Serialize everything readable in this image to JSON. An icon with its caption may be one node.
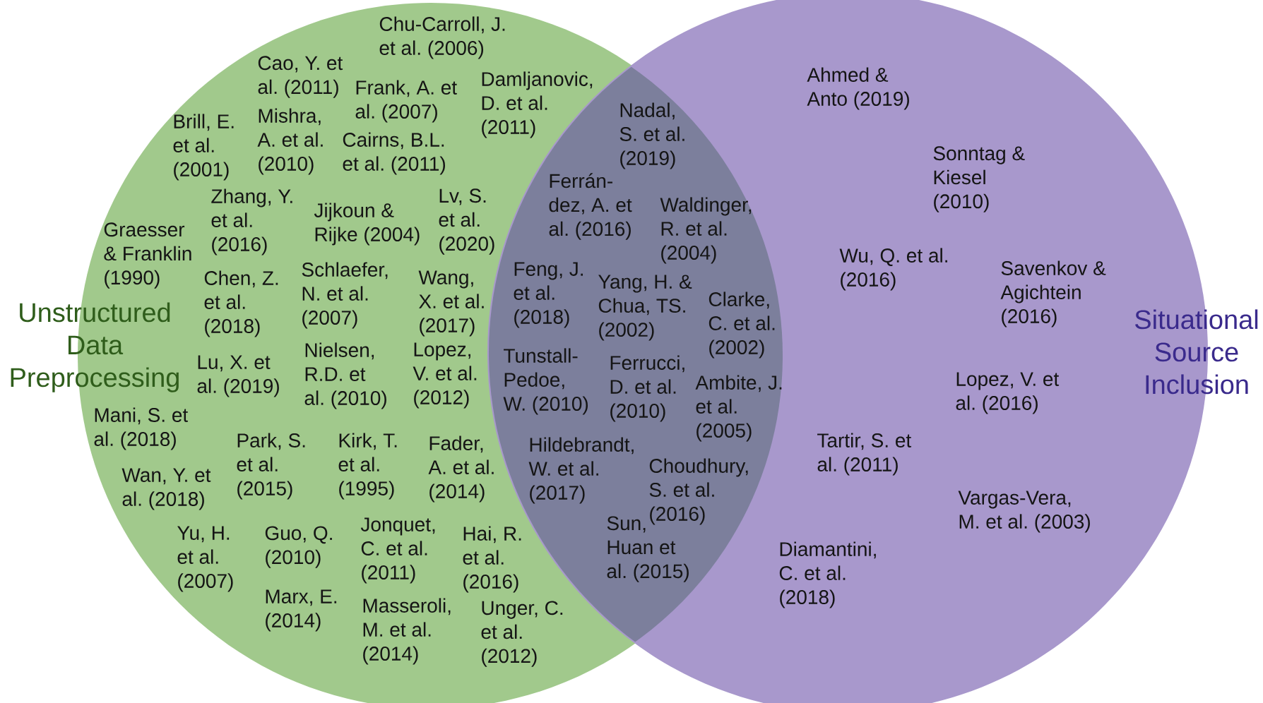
{
  "diagram": {
    "nodes": [
      {
        "text": [
          "Unstructured Data Preprocessing"
        ]
      },
      {
        "text": [
          "Situational Source Inclusion"
        ]
      }
    ],
    "labels": [
      "Chu-Carroll, J. et al. (2006)",
      "Cao, Y. et al. (2011)",
      "Frank, A. et al. (2007)",
      "Damljanovic, D. et al. (2011)",
      "Brill, E. et al. (2001)",
      "Mishra, A. et al. (2010)",
      "Cairns, B.L. et al. (2011)",
      "Zhang, Y. et al. (2016)",
      "Jijkoun & Rijke (2004)",
      "Lv, S. et al. (2020)",
      "Graesser & Franklin (1990)",
      "Chen, Z. et al. (2018)",
      "Schlaefer, N. et al. (2007)",
      "Wang, X. et al. (2017)",
      "Lu, X. et al. (2019)",
      "Nielsen, R.D. et al. (2010)",
      "Lopez, V. et al. (2012)",
      "Mani, S. et al. (2018)",
      "Park, S. et al. (2015)",
      "Kirk, T. et al. (1995)",
      "Fader, A. et al. (2014)",
      "Wan, Y. et al. (2018)",
      "Yu, H. et al. (2007)",
      "Guo, Q. (2010)",
      "Jonquet, C. et al. (2011)",
      "Hai, R. et al. (2016)",
      "Marx, E. (2014)",
      "Masseroli, M. et al. (2014)",
      "Unger, C. et al. (2012)",
      "Nadal, S. et al. (2019)",
      "Ferrán-dez, A. et al. (2016)",
      "Waldinger, R. et al. (2004)",
      "Feng, J. et al. (2018)",
      "Yang, H. & Chua, TS. (2002)",
      "Clarke, C. et al. (2002)",
      "Tunstall-Pedoe, W. (2010)",
      "Ferrucci, D. et al. (2010)",
      "Ambite, J. et al. (2005)",
      "Hildebrandt, W. et al. (2017)",
      "Choudhury, S. et al. (2016)",
      "Sun, Huan et al. (2015)",
      "Ahmed & Anto (2019)",
      "Sonntag & Kiesel (2010)",
      "Wu, Q. et al. (2016)",
      "Savenkov & Agichtein (2016)",
      "Lopez, V. et al. (2016)",
      "Tartir, S. et al. (2011)",
      "Vargas-Vera, M. et al. (2003)",
      "Diamantini, C. et al. (2018)"
    ]
  }
}
